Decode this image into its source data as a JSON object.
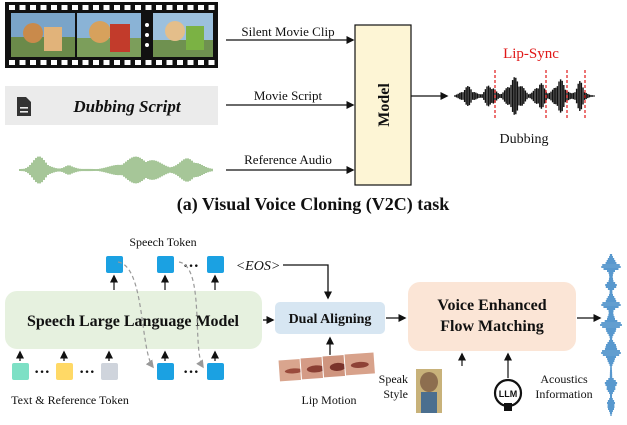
{
  "top": {
    "inputs": {
      "silent_clip": "Silent Movie Clip",
      "movie_script": "Movie Script",
      "reference_audio": "Reference Audio"
    },
    "script_box": "Dubbing Script",
    "model": "Model",
    "lip_sync": "Lip-Sync",
    "dubbing": "Dubbing",
    "caption": "(a) Visual Voice Cloning (V2C) task"
  },
  "bottom": {
    "speech_token": "Speech Token",
    "eos": "<EOS>",
    "slm": "Speech Large Language Model",
    "dual_aligning": "Dual Aligning",
    "flow_title_1": "Voice Enhanced",
    "flow_title_2": "Flow Matching",
    "text_ref_token": "Text & Reference Token",
    "lip_motion": "Lip Motion",
    "speak": "Speak",
    "style": "Style",
    "acoustics": "Acoustics",
    "information": "Information",
    "llm": "LLM",
    "dots": "···"
  },
  "colors": {
    "token_blue": "#1ba1e2",
    "model_fill": "#fdf5d5",
    "slm_fill": "#e6f1df",
    "dual_fill": "#d7e6f2",
    "flow_fill": "#fbe5d6",
    "audio_green": "#8fb77f",
    "lip_red": "#e01818",
    "token_teal": "#7de0c5",
    "token_yellow": "#ffd966",
    "token_gray": "#cfd4dc"
  }
}
